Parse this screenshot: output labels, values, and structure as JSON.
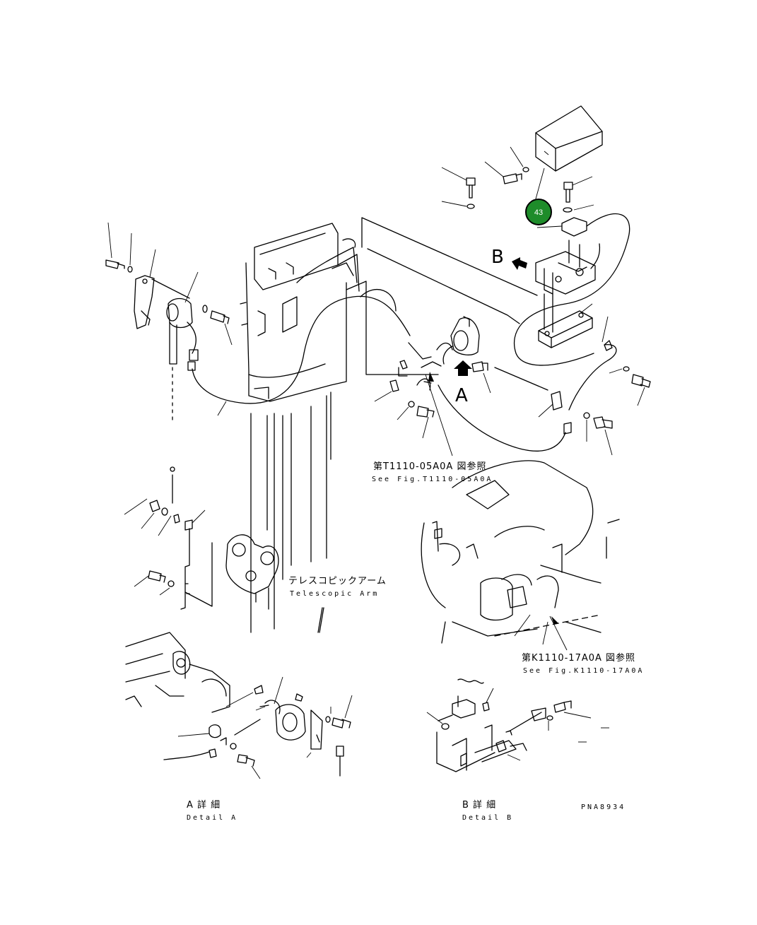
{
  "callouts": {
    "item_marker": {
      "number": "43",
      "color": "#1e8c2a"
    },
    "view_b_letter": "B",
    "view_a_letter": "A"
  },
  "labels": {
    "ref_arm_jp": "第T1110-05A0A 図参照",
    "ref_arm_en": "See Fig.T1110-05A0A",
    "arm_jp": "テレスコピックアーム",
    "arm_en": "Telescopic Arm",
    "ref_engine_jp": "第K1110-17A0A 図参照",
    "ref_engine_en": "See Fig.K1110-17A0A",
    "detail_a_jp": "A 詳 細",
    "detail_a_en": "Detail A",
    "detail_b_jp": "B 詳 細",
    "detail_b_en": "Detail B",
    "drawing_code": "PNA8934"
  },
  "icons": {
    "direction_arrow": "solid-arrow-icon"
  }
}
